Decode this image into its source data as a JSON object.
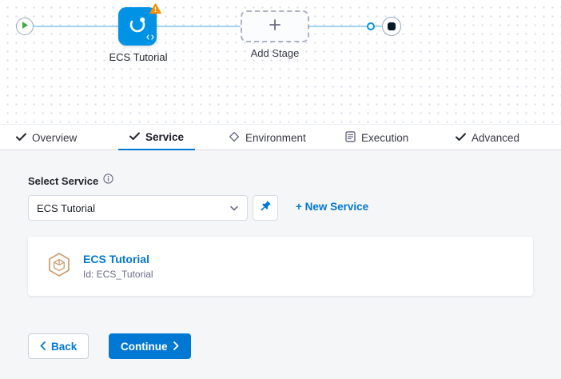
{
  "colors": {
    "primary_blue": "#0278d5",
    "node_blue": "#0092e4",
    "warning_orange": "#fb8c00",
    "play_green": "#42ab45",
    "panel_background": "#f4f6f8"
  },
  "pipeline": {
    "stage_name": "ECS Tutorial",
    "add_stage_label": "Add Stage"
  },
  "tabs": [
    {
      "label": "Overview",
      "icon": "check"
    },
    {
      "label": "Service",
      "icon": "check",
      "active": true
    },
    {
      "label": "Environment",
      "icon": "diamond"
    },
    {
      "label": "Execution",
      "icon": "document-list"
    },
    {
      "label": "Advanced",
      "icon": "check"
    }
  ],
  "service_panel": {
    "select_service_label": "Select Service",
    "service_dropdown_value": "ECS Tutorial",
    "new_service_link": "+ New Service",
    "card": {
      "title": "ECS Tutorial",
      "id": "Id: ECS_Tutorial"
    },
    "back_button": "Back",
    "continue_button": "Continue"
  },
  "icons": {
    "start_node": "play",
    "end_node": "stop",
    "stage_status": "warning-triangle",
    "stage_badge": "code",
    "add_stage": "plus",
    "select_service_help": "info-circle",
    "dropdown": "chevron-down",
    "saved_filter": "pin",
    "service_card": "hexagon-cube"
  }
}
